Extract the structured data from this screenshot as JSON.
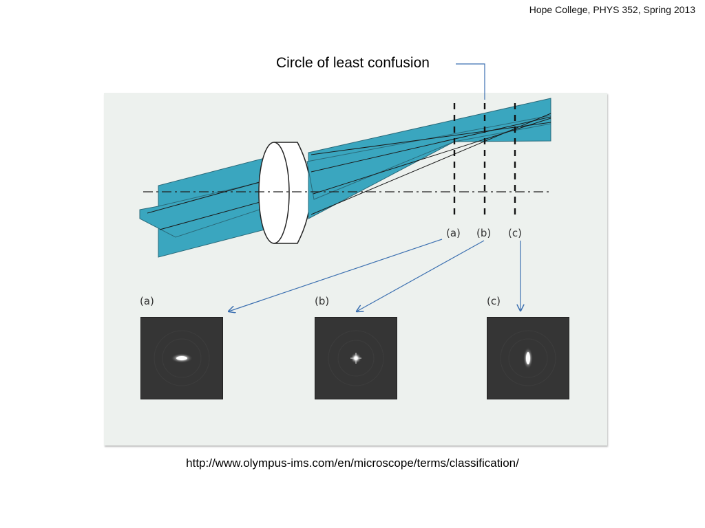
{
  "header": {
    "course_label": "Hope College, PHYS 352, Spring 2013"
  },
  "callout": {
    "text": "Circle of least confusion"
  },
  "diagram": {
    "plane_labels": [
      "(a)",
      "(b)",
      "(c)"
    ],
    "spot_labels": [
      "(a)",
      "(b)",
      "(c)"
    ],
    "colors": {
      "beam": "#3aa6bf",
      "panel_bg": "#edf1ee",
      "arrow": "#3b6fb0",
      "psf_bg": "#353535"
    }
  },
  "footer": {
    "source_url": "http://www.olympus-ims.com/en/microscope/terms/classification/"
  }
}
